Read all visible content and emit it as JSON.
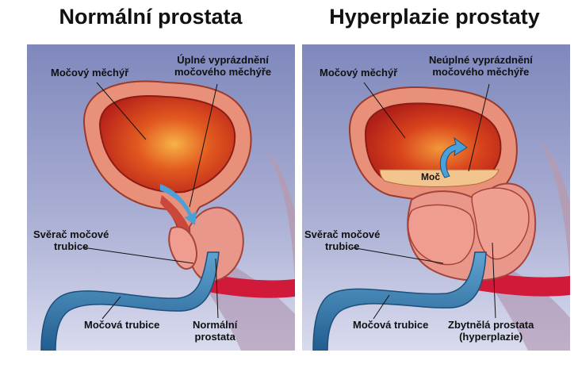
{
  "left": {
    "title": "Normální prostata",
    "labels": {
      "bladder": "Močový měchýř",
      "emptying": "Úplné vyprázdnění\nmočového měchýře",
      "sphincter": "Svěrač močové\ntrubice",
      "urethra": "Močová trubice",
      "prostate": "Normální\nprostata"
    }
  },
  "right": {
    "title": "Hyperplazie prostaty",
    "labels": {
      "bladder": "Močový měchýř",
      "emptying": "Neúplné vyprázdnění\nmočového měchýře",
      "urine": "Moč",
      "sphincter": "Svěrač močové\ntrubice",
      "urethra": "Močová trubice",
      "prostate": "Zbytnělá prostata\n(hyperplazie)"
    }
  },
  "colors": {
    "background": "#8f97c6",
    "bladder_wall": "#e8907a",
    "bladder_inner": "#c0281a",
    "bladder_glow": "#f4a23a",
    "prostate": "#e9978a",
    "urethra": "#2f73a8",
    "urine": "#f2c58f",
    "arrow": "#4aa0d8",
    "artery": "#d11a3a"
  }
}
